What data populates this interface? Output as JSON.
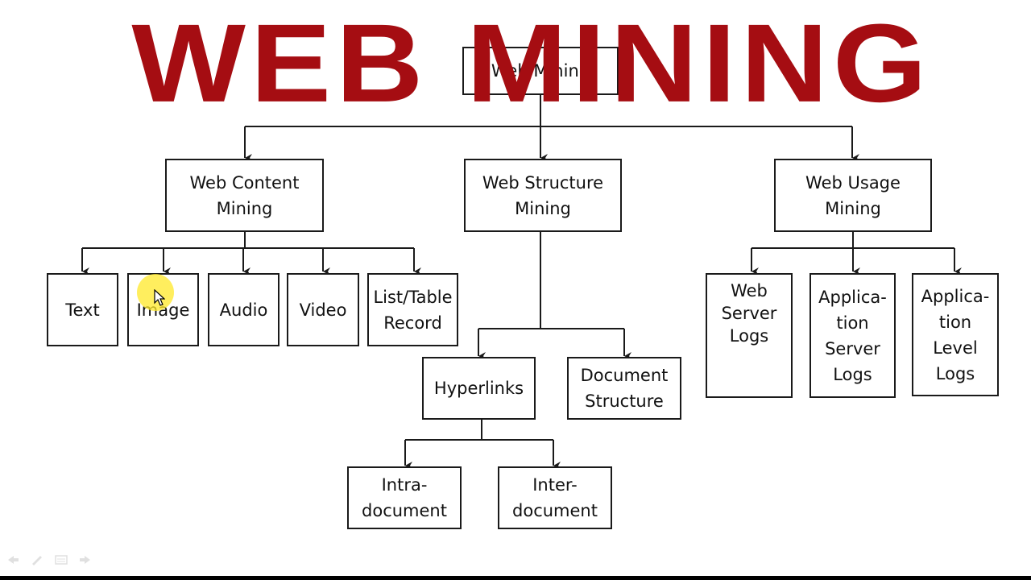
{
  "banner": {
    "title": "WEB MINING"
  },
  "diagram": {
    "root": {
      "label": "Web Mining"
    },
    "categories": [
      {
        "label": "Web Content Mining"
      },
      {
        "label": "Web Structure Mining"
      },
      {
        "label": "Web Usage Mining"
      }
    ],
    "content_children": [
      {
        "label": "Text"
      },
      {
        "label": "Image"
      },
      {
        "label": "Audio"
      },
      {
        "label": "Video"
      },
      {
        "label": "List/Table Record"
      }
    ],
    "structure_children": [
      {
        "label": "Hyperlinks"
      },
      {
        "label": "Document Structure"
      }
    ],
    "hyperlink_children": [
      {
        "label": "Intra-\ndocument"
      },
      {
        "label": "Inter-\ndocument"
      }
    ],
    "usage_children": [
      {
        "label": "Web\nServer\nLogs"
      },
      {
        "label": "Applica-\ntion\nServer\nLogs"
      },
      {
        "label": "Applica-\ntion\nLevel\nLogs"
      }
    ]
  },
  "colors": {
    "banner": "#a50d12",
    "line": "#1a1a1a",
    "highlight": "#ffe828"
  },
  "icons": {
    "cursor": "arrow-cursor-icon",
    "toolbar": [
      "prev-slide-icon",
      "pen-icon",
      "menu-icon",
      "next-slide-icon"
    ]
  }
}
